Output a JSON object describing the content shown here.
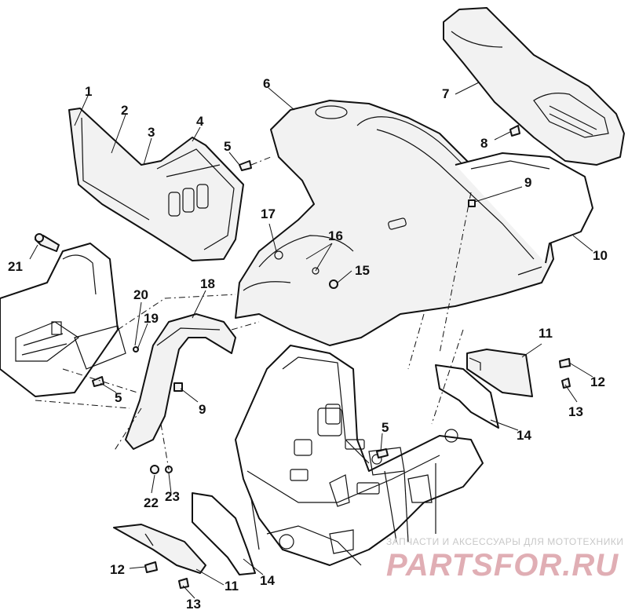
{
  "callouts": {
    "c1": "1",
    "c2": "2",
    "c3": "3",
    "c4": "4",
    "c5a": "5",
    "c5b": "5",
    "c5c": "5",
    "c6": "6",
    "c7": "7",
    "c8": "8",
    "c9a": "9",
    "c9b": "9",
    "c10": "10",
    "c11a": "11",
    "c11b": "11",
    "c12a": "12",
    "c12b": "12",
    "c13a": "13",
    "c13b": "13",
    "c14a": "14",
    "c14b": "14",
    "c15": "15",
    "c16": "16",
    "c17": "17",
    "c18": "18",
    "c19": "19",
    "c20": "20",
    "c21": "21",
    "c22": "22",
    "c23": "23"
  },
  "watermark": {
    "tagline": "ЗАПЧАСТИ И АКСЕССУАРЫ ДЛЯ МОТОТЕХНИКИ",
    "brand": "PARTSFOR.RU"
  },
  "colors": {
    "line": "#111111",
    "part_fill": "#f2f2f2",
    "watermark": "#e0aeb4"
  }
}
